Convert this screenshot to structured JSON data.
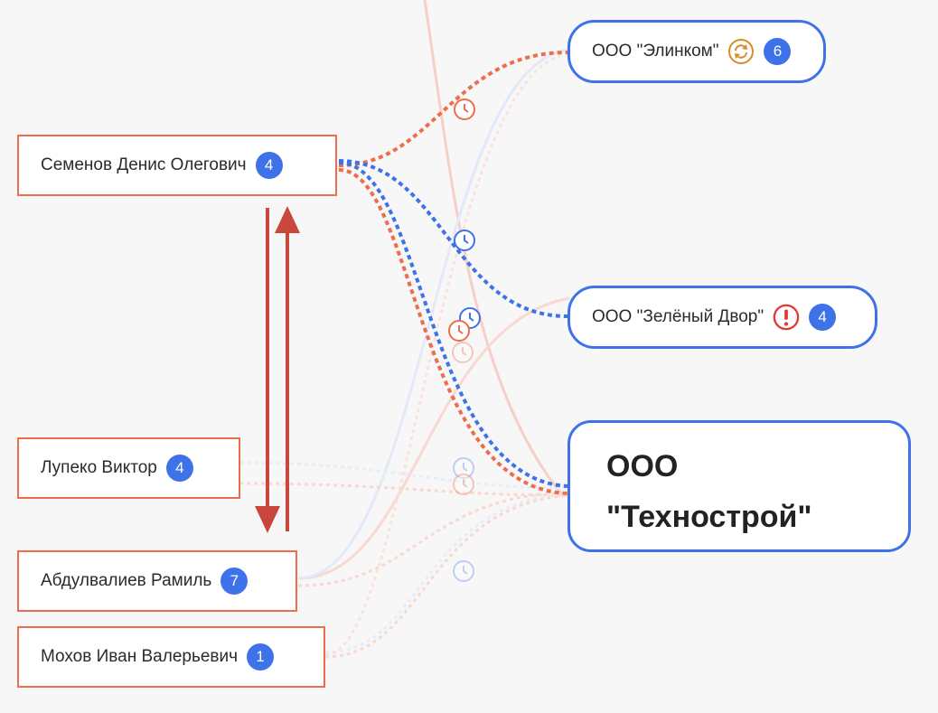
{
  "people": [
    {
      "name": "Семенов Денис Олегович",
      "count": "4"
    },
    {
      "name": "Лупеко Виктор",
      "count": "4"
    },
    {
      "name": "Абдулвалиев Рамиль",
      "count": "7"
    },
    {
      "name": "Мохов Иван Валерьевич",
      "count": "1"
    }
  ],
  "companies": [
    {
      "name": "ООО \"Элинком\"",
      "count": "6",
      "status_icon": "refresh-icon"
    },
    {
      "name": "ООО \"Зелёный Двор\"",
      "count": "4",
      "status_icon": "alert-icon"
    },
    {
      "name_line1": "ООО",
      "name_line2": "\"Технострой\""
    }
  ],
  "colors": {
    "person_border": "#ee6d4a",
    "company_border": "#3e72e8",
    "link_red": "#ee6d4a",
    "link_blue": "#3e72e8",
    "arrow": "#c9473c",
    "warning": "#e53935",
    "refresh": "#d98a2b"
  }
}
